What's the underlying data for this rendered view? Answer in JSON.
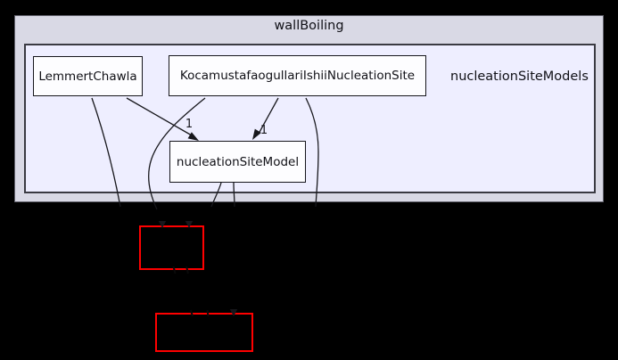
{
  "diagram": {
    "title": "wallBoiling",
    "inner_cluster_label": "nucleationSiteModels",
    "nodes": {
      "lemmert_chawla": "LemmertChawla",
      "kocamustafaogullari_ishii_nucleation_site": "KocamustafaogullariIshiiNucleationSite",
      "nucleation_site_model": "nucleationSiteModel"
    },
    "edge_labels": {
      "lemmert_to_model": "1",
      "kocamustafa_to_model": "1"
    },
    "external_nodes": {
      "count": 2
    },
    "colors": {
      "background": "#000000",
      "outer_cluster_fill": "#d9d9e5",
      "inner_cluster_fill": "#eeeeff",
      "node_fill": "#fdfdff",
      "edge": "#17171c",
      "external_node_border": "#ff0000"
    }
  }
}
